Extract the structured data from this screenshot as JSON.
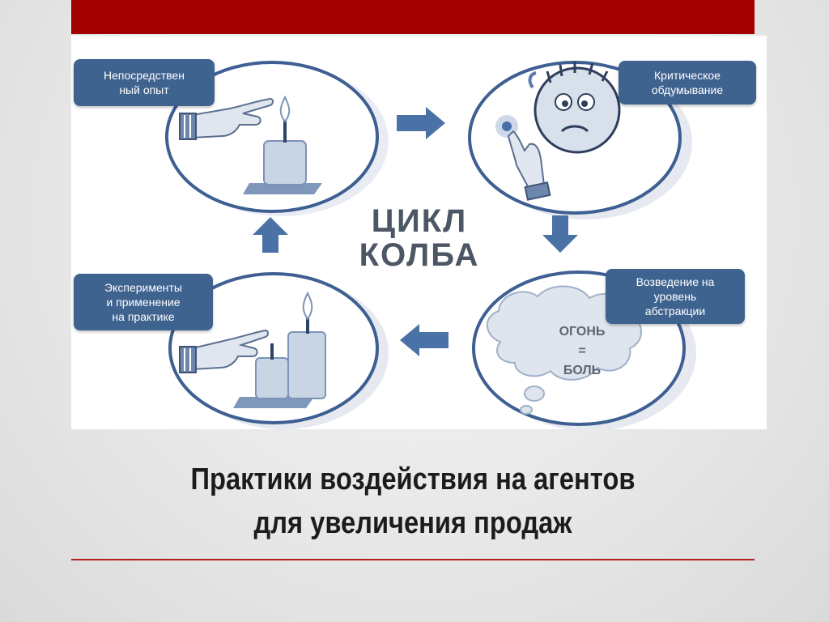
{
  "slide": {
    "title_line1": "Практики воздействия на агентов",
    "title_line2": "для увеличения продаж"
  },
  "diagram": {
    "center_title": "ЦИКЛ\nКОЛБА",
    "stages": [
      {
        "label": "Непосредствен\nный опыт"
      },
      {
        "label": "Критическое\nобдумывание"
      },
      {
        "label": "Возведение на\nуровень\nабстракции"
      },
      {
        "label": "Эксперименты\nи применение\nна практике"
      }
    ],
    "cloud_text": "ОГОНЬ\n=\nБОЛЬ"
  },
  "colors": {
    "accent_red": "#a30000",
    "rule_red": "#b32020",
    "label_blue": "#3f638f",
    "arrow_blue": "#4a72a6",
    "circle_stroke": "#3e5f92"
  },
  "icons": [
    "pointing-hand-icon",
    "candle-icon",
    "confused-face-icon",
    "burned-finger-icon",
    "thought-cloud-icon",
    "two-candles-icon",
    "arrow-right-icon",
    "arrow-down-icon",
    "arrow-left-icon",
    "arrow-up-icon"
  ]
}
